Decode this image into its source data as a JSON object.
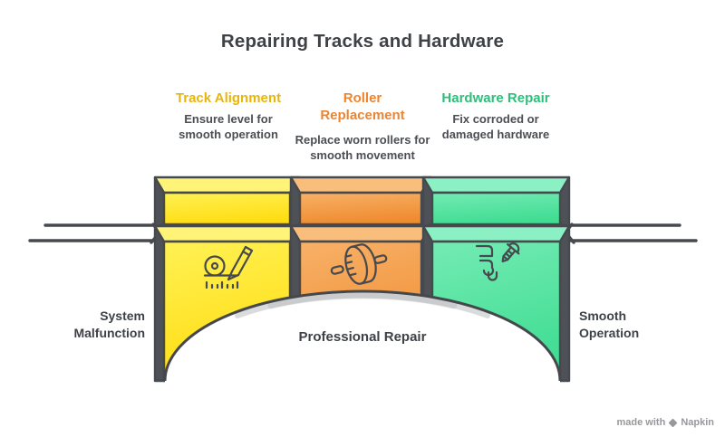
{
  "title": "Repairing Tracks and Hardware",
  "columns": [
    {
      "heading": "Track Alignment",
      "heading_color": "#E9B50B",
      "description": "Ensure level for smooth operation",
      "icon": "measuring-tape-pencil-icon",
      "block_color": "#FFE83A"
    },
    {
      "heading": "Roller Replacement",
      "heading_color": "#ED8430",
      "description": "Replace worn rollers for smooth movement",
      "icon": "roller-icon",
      "block_color": "#F4A04B"
    },
    {
      "heading": "Hardware Repair",
      "heading_color": "#2FBE7A",
      "description": "Fix corroded or damaged hardware",
      "icon": "screw-and-fastener-icon",
      "block_color": "#58E4A4"
    }
  ],
  "bridge_labels": {
    "left": "System Malfunction",
    "center": "Professional Repair",
    "right": "Smooth Operation"
  },
  "watermark": {
    "prefix": "made with",
    "brand": "Napkin",
    "logo": "napkin-logo-icon"
  },
  "colors": {
    "outline": "#46494E",
    "side_face": "#4E5156",
    "text_dark": "#3E4247",
    "text_gray": "#4B4E53"
  }
}
